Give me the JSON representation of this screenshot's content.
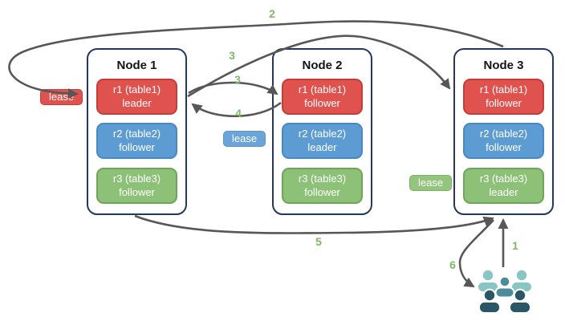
{
  "nodes": [
    {
      "title": "Node 1",
      "replicas": [
        {
          "label": "r1 (table1)",
          "role": "leader",
          "color": "red"
        },
        {
          "label": "r2 (table2)",
          "role": "follower",
          "color": "blue"
        },
        {
          "label": "r3 (table3)",
          "role": "follower",
          "color": "green"
        }
      ]
    },
    {
      "title": "Node 2",
      "replicas": [
        {
          "label": "r1 (table1)",
          "role": "follower",
          "color": "red"
        },
        {
          "label": "r2 (table2)",
          "role": "leader",
          "color": "blue"
        },
        {
          "label": "r3 (table3)",
          "role": "follower",
          "color": "green"
        }
      ]
    },
    {
      "title": "Node 3",
      "replicas": [
        {
          "label": "r1 (table1)",
          "role": "follower",
          "color": "red"
        },
        {
          "label": "r2 (table2)",
          "role": "follower",
          "color": "blue"
        },
        {
          "label": "r3 (table3)",
          "role": "leader",
          "color": "green"
        }
      ]
    }
  ],
  "leases": [
    {
      "label": "lease",
      "color": "red"
    },
    {
      "label": "lease",
      "color": "blue"
    },
    {
      "label": "lease",
      "color": "green"
    }
  ],
  "arrows": [
    {
      "label": "1",
      "from": "clients",
      "to": "node-3"
    },
    {
      "label": "2",
      "from": "node-3",
      "to": "lease-red"
    },
    {
      "label": "3",
      "from": "node-1-r1",
      "to": "node-3-r1"
    },
    {
      "label": "3",
      "from": "node-1-r1",
      "to": "node-2-r1"
    },
    {
      "label": "4",
      "from": "node-2-r1",
      "to": "node-1-r1"
    },
    {
      "label": "5",
      "from": "node-1",
      "to": "node-3"
    },
    {
      "label": "6",
      "from": "node-3",
      "to": "clients"
    }
  ],
  "icons": {
    "clients": "users-group-icon"
  },
  "colors": {
    "replica_red": "#e0524e",
    "replica_red_border": "#c43d39",
    "replica_blue": "#5d9cd3",
    "replica_blue_border": "#4888c4",
    "replica_green": "#8cc177",
    "replica_green_border": "#6fa558",
    "node_border": "#24385e",
    "arrow": "#575757",
    "step_label": "#7cb968",
    "client_light": "#8ac5c6",
    "client_mid": "#4d8d9b",
    "client_dark": "#2b5666"
  }
}
